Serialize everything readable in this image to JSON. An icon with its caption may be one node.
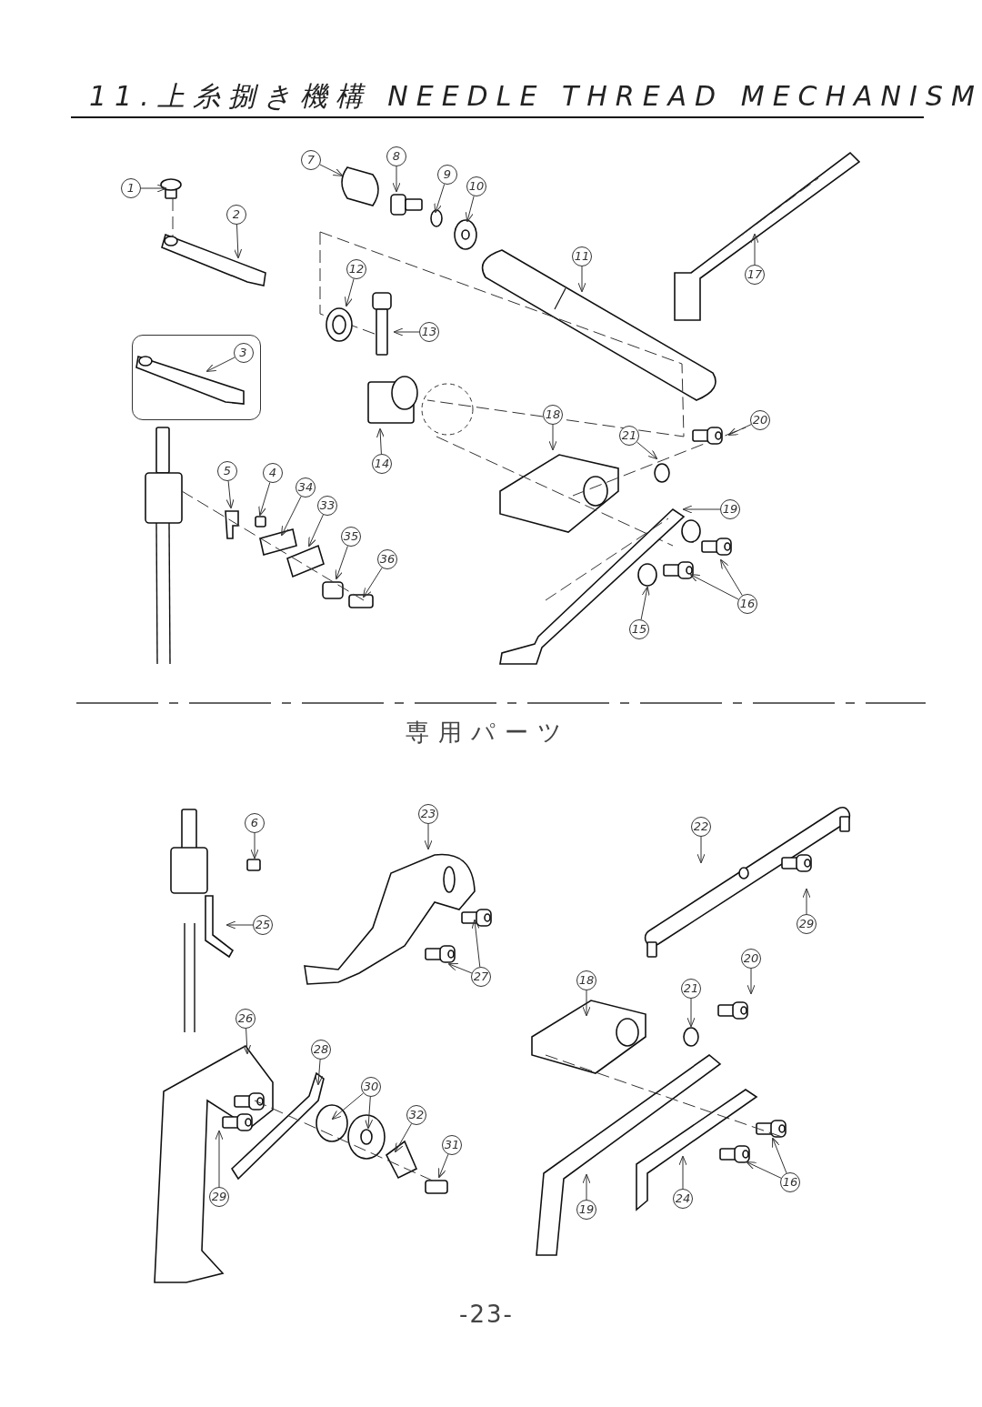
{
  "diagram": {
    "title": "11.上糸捌き機構 NEEDLE THREAD MECHANISM",
    "nodes": [
      {
        "text": [
          "1"
        ]
      },
      {
        "text": [
          "2"
        ]
      },
      {
        "text": [],
        "shape": "box"
      },
      {
        "text": [
          "3"
        ],
        "in": 2
      },
      {
        "text": [
          "7"
        ]
      },
      {
        "text": [
          "8"
        ]
      },
      {
        "text": [
          "9"
        ]
      },
      {
        "text": [
          "10"
        ]
      },
      {
        "text": [
          "11"
        ]
      },
      {
        "text": [
          "12"
        ]
      },
      {
        "text": [
          "13"
        ]
      },
      {
        "text": [
          "14"
        ]
      },
      {
        "text": [
          "17"
        ]
      },
      {
        "text": [
          "18"
        ]
      },
      {
        "text": [
          "20"
        ]
      },
      {
        "text": [
          "21"
        ]
      },
      {
        "text": [
          "19"
        ]
      },
      {
        "text": [
          "15"
        ]
      },
      {
        "text": [
          "16"
        ]
      },
      {
        "text": [
          "5"
        ]
      },
      {
        "text": [
          "4"
        ]
      },
      {
        "text": [
          "34"
        ]
      },
      {
        "text": [
          "33"
        ]
      },
      {
        "text": [
          "35"
        ]
      },
      {
        "text": [
          "36"
        ]
      },
      {
        "text": [
          "6"
        ]
      },
      {
        "text": [
          "23"
        ]
      },
      {
        "text": [
          "22"
        ]
      },
      {
        "text": [
          "29"
        ]
      },
      {
        "text": [
          "25"
        ]
      },
      {
        "text": [
          "27"
        ]
      },
      {
        "text": [
          "18"
        ]
      },
      {
        "text": [
          "20"
        ]
      },
      {
        "text": [
          "21"
        ]
      },
      {
        "text": [
          "26"
        ]
      },
      {
        "text": [
          "28"
        ]
      },
      {
        "text": [
          "30"
        ]
      },
      {
        "text": [
          "32"
        ]
      },
      {
        "text": [
          "31"
        ]
      },
      {
        "text": [
          "29"
        ]
      },
      {
        "text": [
          "19"
        ]
      },
      {
        "text": [
          "24"
        ]
      },
      {
        "text": [
          "16"
        ]
      }
    ],
    "edges": [
      {
        "from": 0,
        "to": null,
        "arrow": "to"
      },
      {
        "from": 1,
        "to": null,
        "arrow": "to"
      },
      {
        "from": 3,
        "to": null,
        "arrow": "to"
      },
      {
        "from": 4,
        "to": null,
        "arrow": "to"
      },
      {
        "from": 5,
        "to": null,
        "arrow": "to"
      },
      {
        "from": 6,
        "to": null,
        "arrow": "to"
      },
      {
        "from": 7,
        "to": null,
        "arrow": "to"
      },
      {
        "from": 8,
        "to": null,
        "arrow": "to"
      },
      {
        "from": 9,
        "to": null,
        "arrow": "to"
      },
      {
        "from": 10,
        "to": null,
        "arrow": "to"
      },
      {
        "from": 11,
        "to": null,
        "arrow": "to"
      },
      {
        "from": 12,
        "to": null,
        "arrow": "to"
      },
      {
        "from": 13,
        "to": null,
        "arrow": "to"
      },
      {
        "from": 14,
        "to": null,
        "arrow": "to"
      },
      {
        "from": 15,
        "to": null,
        "arrow": "to"
      },
      {
        "from": 16,
        "to": null,
        "arrow": "to"
      },
      {
        "from": 17,
        "to": null,
        "arrow": "to"
      },
      {
        "from": 18,
        "to": null,
        "arrow": "to"
      },
      {
        "from": 18,
        "to": null,
        "arrow": "to"
      },
      {
        "from": 19,
        "to": null,
        "arrow": "to"
      },
      {
        "from": 20,
        "to": null,
        "arrow": "to"
      },
      {
        "from": 21,
        "to": null,
        "arrow": "to"
      },
      {
        "from": 22,
        "to": null,
        "arrow": "to"
      },
      {
        "from": 23,
        "to": null,
        "arrow": "to"
      },
      {
        "from": 24,
        "to": null,
        "arrow": "to"
      },
      {
        "from": 25,
        "to": null,
        "arrow": "to"
      },
      {
        "from": 26,
        "to": null,
        "arrow": "to"
      },
      {
        "from": 27,
        "to": null,
        "arrow": "to"
      },
      {
        "from": 28,
        "to": null,
        "arrow": "to"
      },
      {
        "from": 29,
        "to": null,
        "arrow": "to"
      },
      {
        "from": 30,
        "to": null,
        "arrow": "to"
      },
      {
        "from": 30,
        "to": null,
        "arrow": "to"
      },
      {
        "from": 31,
        "to": null,
        "arrow": "to"
      },
      {
        "from": 32,
        "to": null,
        "arrow": "to"
      },
      {
        "from": 33,
        "to": null,
        "arrow": "to"
      },
      {
        "from": 34,
        "to": null,
        "arrow": "to"
      },
      {
        "from": 35,
        "to": null,
        "arrow": "to"
      },
      {
        "from": 36,
        "to": null,
        "arrow": "to"
      },
      {
        "from": 36,
        "to": null,
        "arrow": "to"
      },
      {
        "from": 37,
        "to": null,
        "arrow": "to"
      },
      {
        "from": 38,
        "to": null,
        "arrow": "to"
      },
      {
        "from": 39,
        "to": null,
        "arrow": "to"
      },
      {
        "from": 40,
        "to": null,
        "arrow": "to"
      },
      {
        "from": 41,
        "to": null,
        "arrow": "to"
      },
      {
        "from": 42,
        "to": null,
        "arrow": "to"
      },
      {
        "from": 42,
        "to": null,
        "arrow": "to"
      }
    ],
    "labels": [
      "専用パーツ",
      "-23-"
    ]
  }
}
